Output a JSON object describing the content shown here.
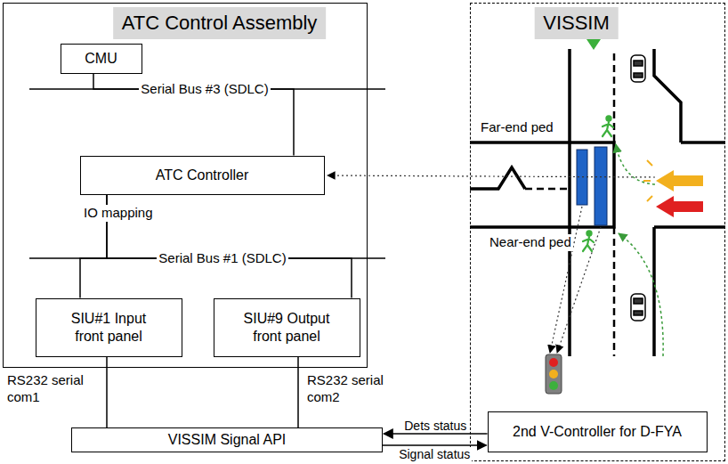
{
  "diagram": {
    "nodes": [
      {
        "text": [
          "ATC Control Assembly"
        ]
      },
      {
        "text": [
          "CMU"
        ],
        "in": 0
      },
      {
        "text": [
          "ATC Controller"
        ],
        "in": 0
      },
      {
        "text": [
          "SIU#1 Input front panel"
        ],
        "in": 0
      },
      {
        "text": [
          "SIU#9 Output front panel"
        ],
        "in": 0
      },
      {
        "text": [
          "VISSIM Signal API"
        ]
      },
      {
        "text": [
          "VISSIM"
        ]
      },
      {
        "text": [
          "2nd V-Controller for D-FYA"
        ],
        "in": 6
      }
    ],
    "edges": [
      {
        "from": 1,
        "to": 2,
        "arrow": "none"
      },
      {
        "from": 2,
        "to": 3,
        "arrow": "none"
      },
      {
        "from": 2,
        "to": 4,
        "arrow": "none"
      },
      {
        "from": 3,
        "to": 5,
        "arrow": "none"
      },
      {
        "from": 4,
        "to": 5,
        "arrow": "none"
      },
      {
        "from": 7,
        "to": 5,
        "label": "Dets status",
        "arrow": "to"
      },
      {
        "from": 5,
        "to": 7,
        "label": "Signal status",
        "arrow": "to"
      }
    ],
    "labels": [
      "Serial Bus #3 (SDLC)",
      "IO mapping",
      "Serial Bus #1 (SDLC)",
      "RS232 serial com1",
      "RS232 serial com2",
      "Far-end ped",
      "Near-end ped"
    ]
  }
}
